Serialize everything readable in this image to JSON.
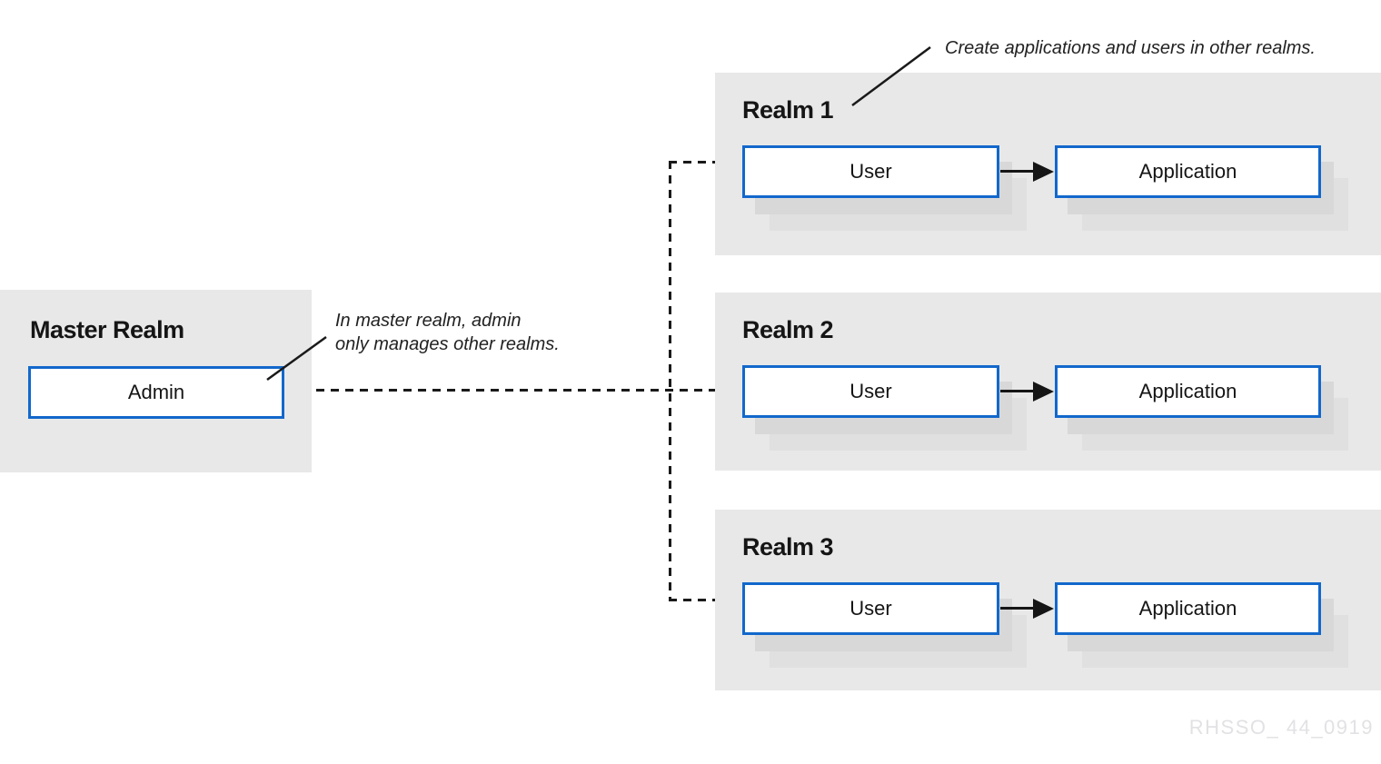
{
  "diagram": {
    "top_annotation": "Create applications and users in other realms.",
    "master": {
      "title": "Master Realm",
      "admin_label": "Admin",
      "annotation_line1": "In master realm, admin",
      "annotation_line2": "only manages other realms."
    },
    "realms": [
      {
        "title": "Realm 1",
        "user_label": "User",
        "app_label": "Application"
      },
      {
        "title": "Realm 2",
        "user_label": "User",
        "app_label": "Application"
      },
      {
        "title": "Realm 3",
        "user_label": "User",
        "app_label": "Application"
      }
    ],
    "watermark": "RHSSO_ 44_0919",
    "colors": {
      "panel_bg": "#e8e8e8",
      "stack_shadow_near": "#d8d8d8",
      "stack_shadow_far": "#e0e0e0",
      "box_border_blue": "#1268cc",
      "line_black": "#1a1a1a",
      "text_black": "#151515",
      "watermark_gray": "#e2e2e5"
    }
  }
}
